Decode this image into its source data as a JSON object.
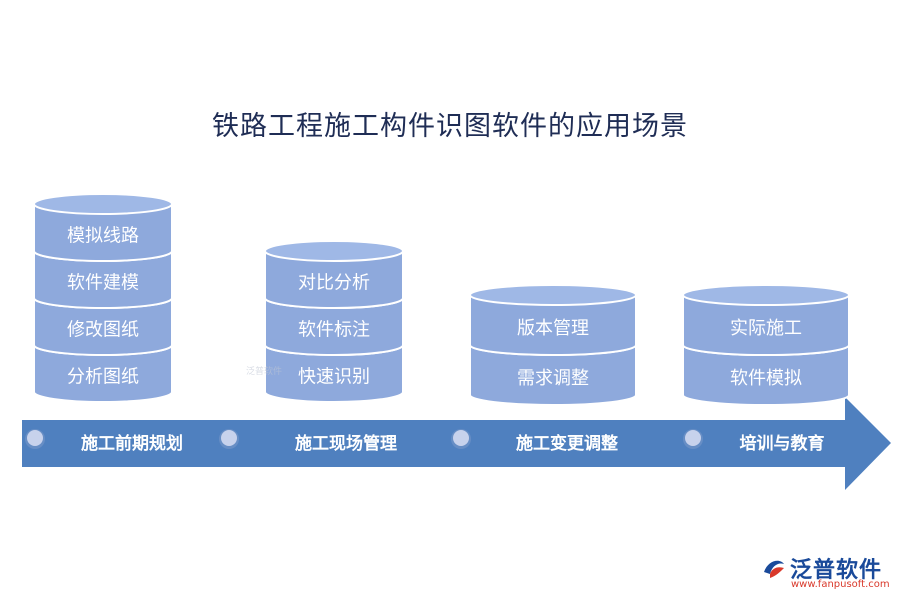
{
  "title": "铁路工程施工构件识图软件的应用场景",
  "colors": {
    "disk_fill": "#8ea9dc",
    "disk_top": "#9fb8e6",
    "disk_edge": "#ffffff",
    "arrow_fill": "#4f80bf",
    "dot_fill": "#c7d2ec"
  },
  "stacks": [
    {
      "items": [
        "模拟线路",
        "软件建模",
        "修改图纸",
        "分析图纸"
      ]
    },
    {
      "items": [
        "对比分析",
        "软件标注",
        "快速识别"
      ]
    },
    {
      "items": [
        "版本管理",
        "需求调整"
      ]
    },
    {
      "items": [
        "实际施工",
        "软件模拟"
      ]
    }
  ],
  "timeline": {
    "stages": [
      "施工前期规划",
      "施工现场管理",
      "施工变更调整",
      "培训与教育"
    ]
  },
  "watermark": "泛普软件",
  "logo": {
    "name": "泛普软件",
    "url": "www.fanpusoft.com",
    "icon": "fanpu-logo-icon"
  }
}
